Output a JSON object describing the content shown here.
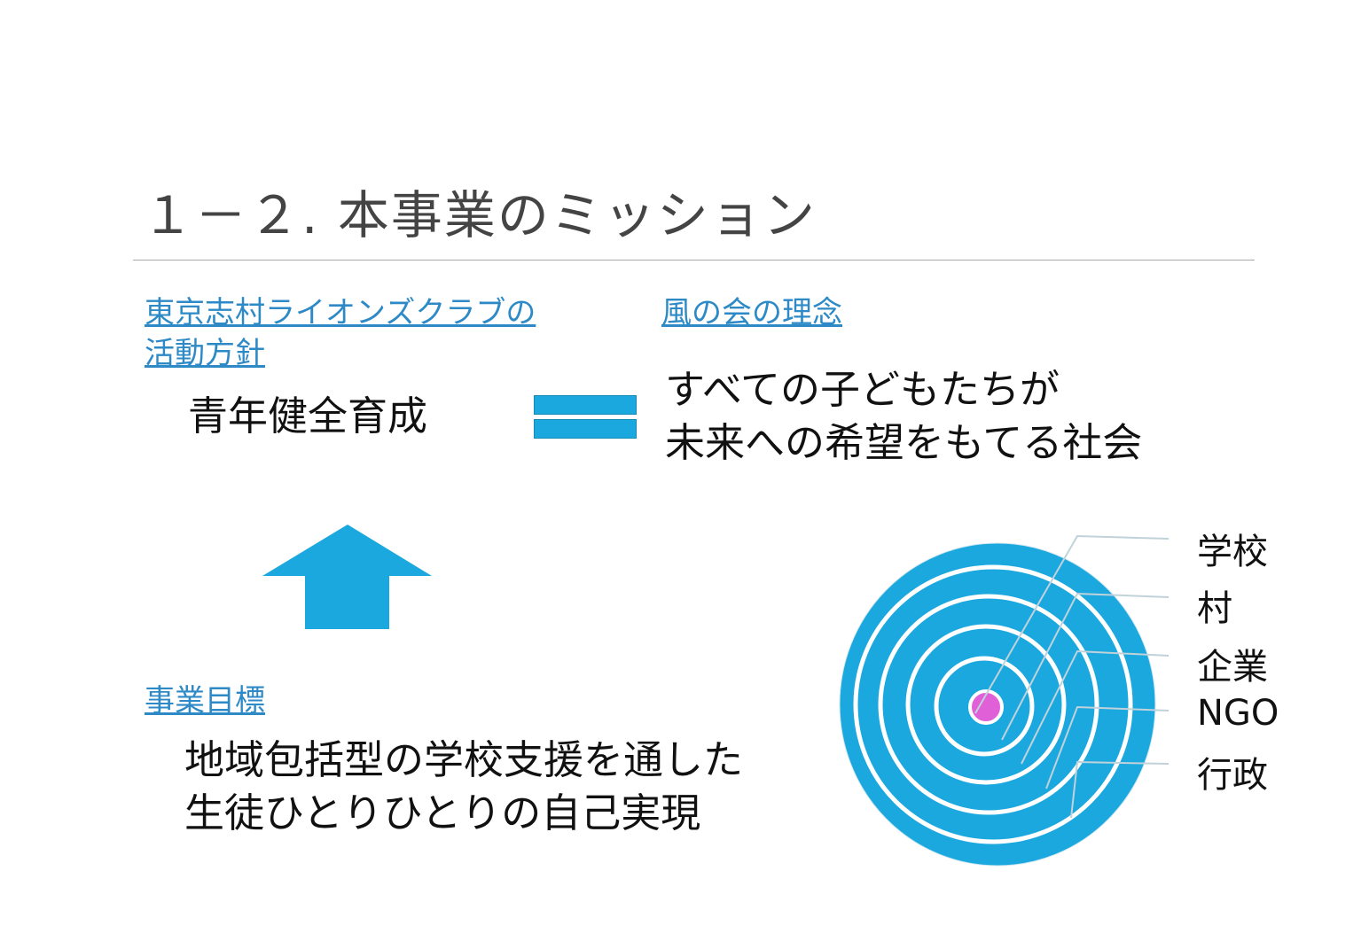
{
  "title": "１－２. 本事業のミッション",
  "lions": {
    "link_line1": "東京志村ライオンズクラブの",
    "link_line2": "活動方針",
    "text": "青年健全育成"
  },
  "kaze": {
    "link": "風の会の理念",
    "line1": "すべての子どもたちが",
    "line2": "未来への希望をもてる社会"
  },
  "goal": {
    "link": "事業目標",
    "line1": "地域包括型の学校支援を通した",
    "line2": "生徒ひとりひとりの自己実現"
  },
  "circles": {
    "labels": [
      "学校",
      "村",
      "企業",
      "NGO",
      "行政"
    ]
  },
  "colors": {
    "accent": "#1ba8df",
    "center": "#e060d8",
    "link": "#2e8ac6"
  }
}
